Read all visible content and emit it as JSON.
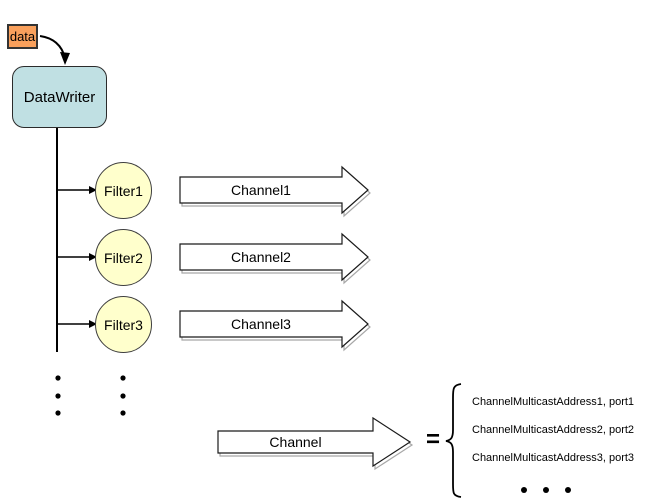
{
  "diagram": {
    "data_box_label": "data",
    "writer_label": "DataWriter",
    "filter_labels": [
      "Filter1",
      "Filter2",
      "Filter3"
    ],
    "channel_labels": [
      "Channel1",
      "Channel2",
      "Channel3"
    ],
    "definition": {
      "channel_label": "Channel",
      "equals_sign": "=",
      "entries": [
        "ChannelMulticastAddress1, port1",
        "ChannelMulticastAddress2, port2",
        "ChannelMulticastAddress3, port3"
      ]
    },
    "colors": {
      "data_box_fill": "#F9A05C",
      "writer_fill": "#C0E0E3",
      "filter_fill": "#FFFFCC",
      "shape_outline": "#1a1a1a",
      "arrow_shadow": "#a8a8a8",
      "connector": "#000000"
    }
  }
}
